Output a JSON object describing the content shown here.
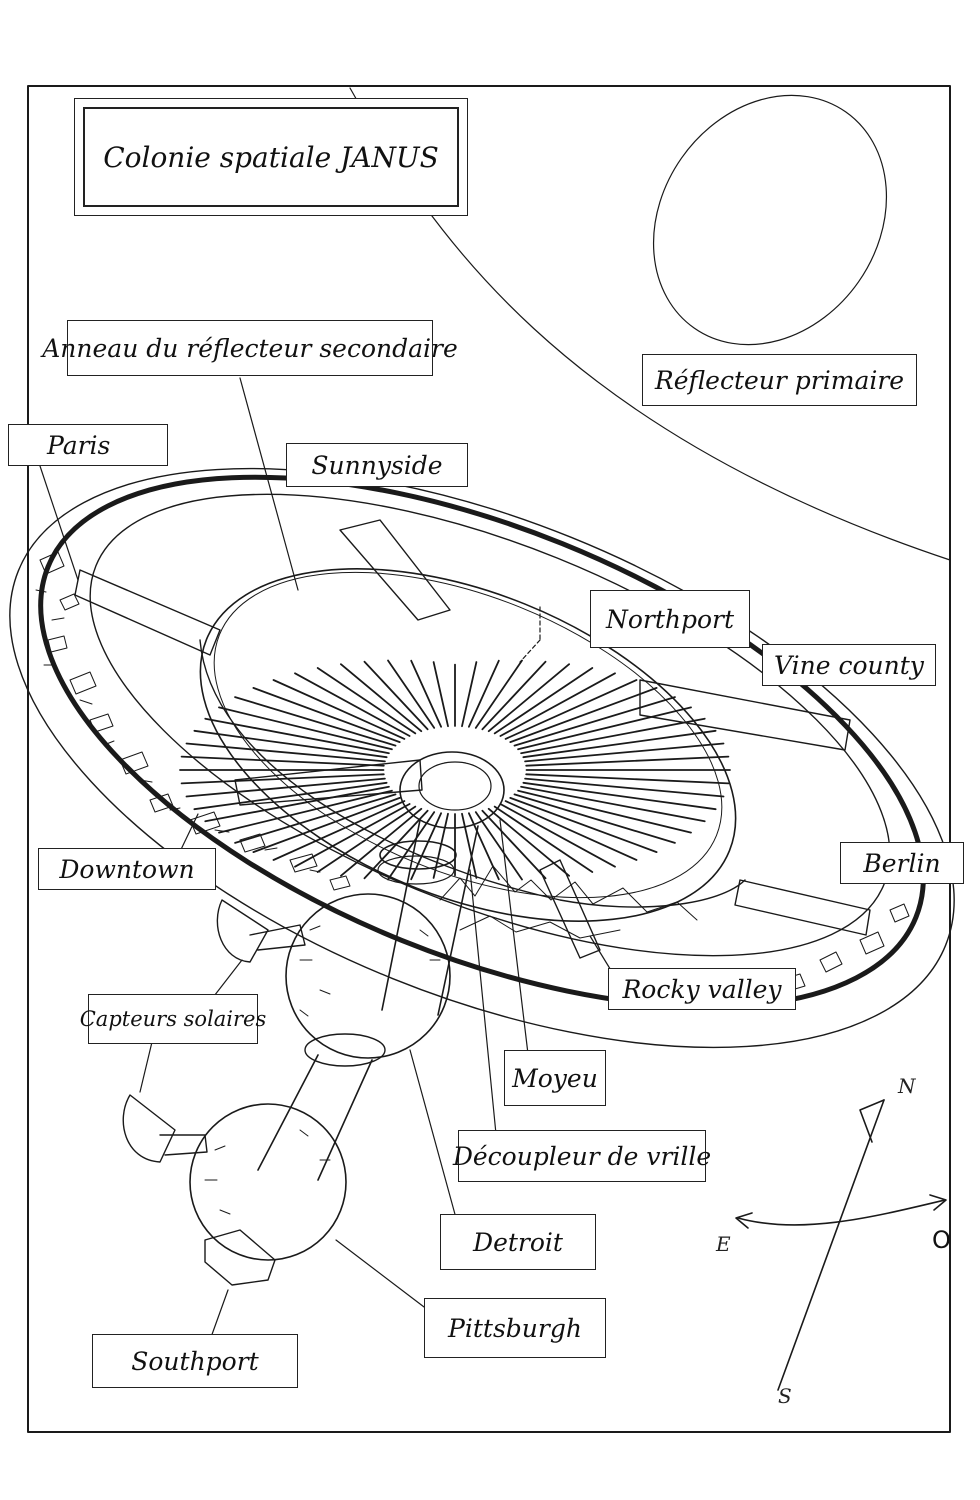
{
  "title": "Colonie spatiale  JANUS",
  "labels": {
    "anneau": "Anneau du réflecteur secondaire",
    "reflecteur_primaire": "Réflecteur primaire",
    "paris": "Paris",
    "sunnyside": "Sunnyside",
    "northport": "Northport",
    "vine_county": "Vine county",
    "downtown": "Downtown",
    "berlin": "Berlin",
    "rocky_valley": "Rocky valley",
    "capteurs": "Capteurs solaires",
    "moyeu": "Moyeu",
    "decoupleur": "Découpleur de vrille",
    "detroit": "Detroit",
    "pittsburgh": "Pittsburgh",
    "southport": "Southport"
  },
  "compass": {
    "n": "N",
    "s": "S",
    "e": "E",
    "o": "O"
  },
  "colors": {
    "ink": "#1a1a1a",
    "paper": "#ffffff"
  }
}
